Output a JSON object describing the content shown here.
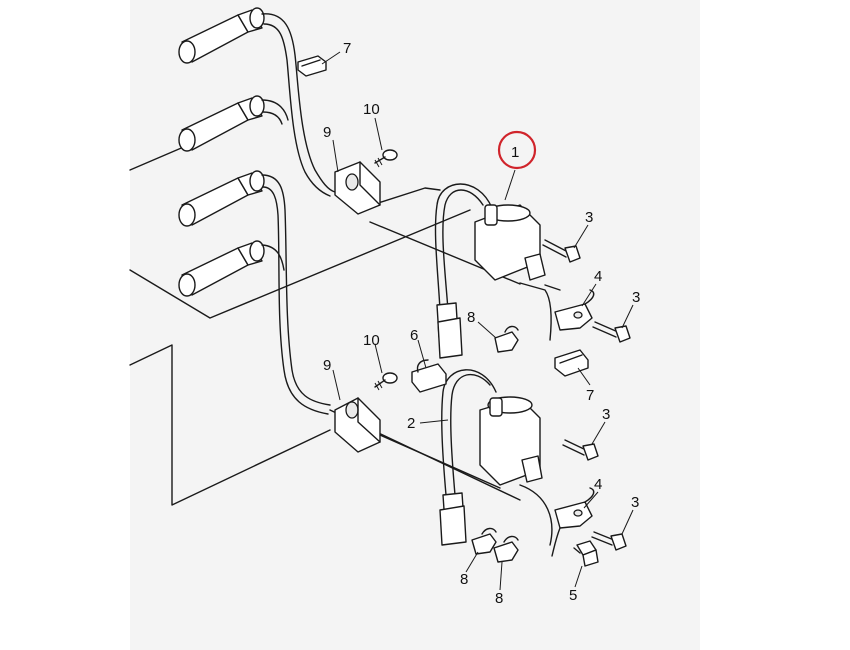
{
  "diagram": {
    "callouts": {
      "c1": "1",
      "c2": "2",
      "c3a": "3",
      "c3b": "3",
      "c3c": "3",
      "c3d": "3",
      "c4a": "4",
      "c4b": "4",
      "c5": "5",
      "c6": "6",
      "c7a": "7",
      "c7b": "7",
      "c8a": "8",
      "c8b": "8",
      "c8c": "8",
      "c9a": "9",
      "c9b": "9",
      "c10a": "10",
      "c10b": "10"
    },
    "highlight_color": "#d0242b"
  }
}
